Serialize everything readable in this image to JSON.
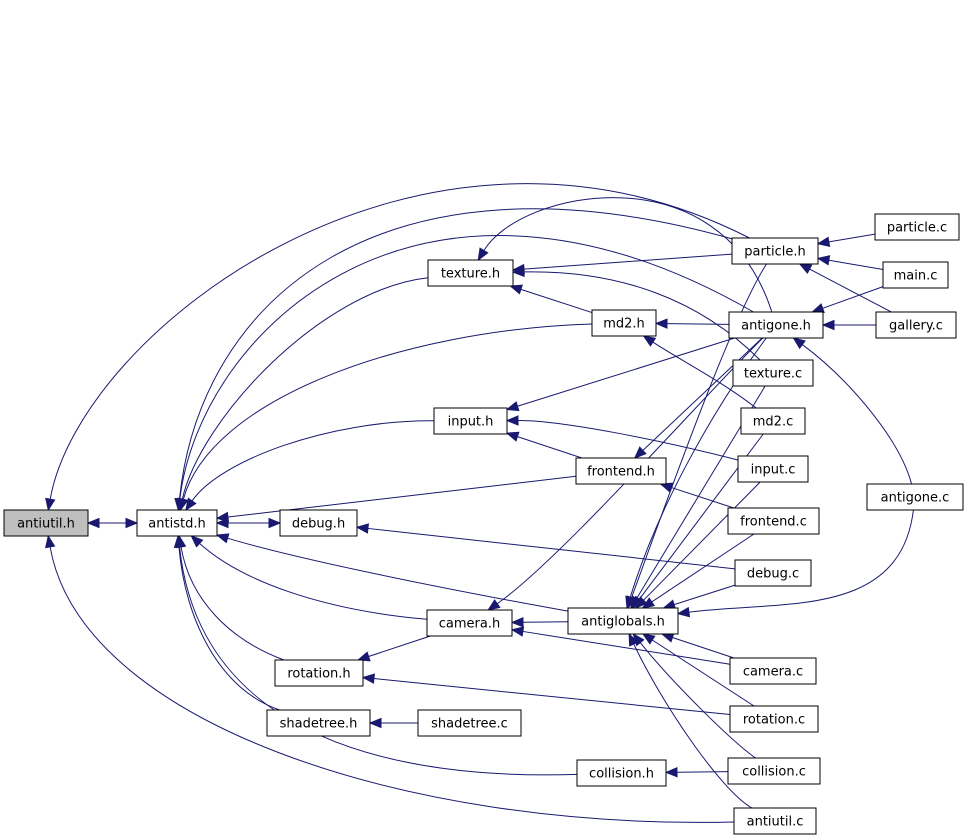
{
  "colors": {
    "edge": "#191970",
    "node_fill": "#ffffff",
    "node_highlight": "#bfbfbf",
    "node_border": "#000000"
  },
  "nodes": [
    {
      "id": "antiutil_h",
      "label": "antiutil.h",
      "highlight": true
    },
    {
      "id": "antistd_h",
      "label": "antistd.h"
    },
    {
      "id": "debug_h",
      "label": "debug.h"
    },
    {
      "id": "texture_h",
      "label": "texture.h"
    },
    {
      "id": "input_h",
      "label": "input.h"
    },
    {
      "id": "md2_h",
      "label": "md2.h"
    },
    {
      "id": "frontend_h",
      "label": "frontend.h"
    },
    {
      "id": "camera_h",
      "label": "camera.h"
    },
    {
      "id": "antiglobals_h",
      "label": "antiglobals.h"
    },
    {
      "id": "rotation_h",
      "label": "rotation.h"
    },
    {
      "id": "shadetree_h",
      "label": "shadetree.h"
    },
    {
      "id": "shadetree_c",
      "label": "shadetree.c"
    },
    {
      "id": "collision_h",
      "label": "collision.h"
    },
    {
      "id": "particle_h",
      "label": "particle.h"
    },
    {
      "id": "antigone_h",
      "label": "antigone.h"
    },
    {
      "id": "particle_c",
      "label": "particle.c"
    },
    {
      "id": "main_c",
      "label": "main.c"
    },
    {
      "id": "gallery_c",
      "label": "gallery.c"
    },
    {
      "id": "texture_c",
      "label": "texture.c"
    },
    {
      "id": "md2_c",
      "label": "md2.c"
    },
    {
      "id": "input_c",
      "label": "input.c"
    },
    {
      "id": "frontend_c",
      "label": "frontend.c"
    },
    {
      "id": "debug_c",
      "label": "debug.c"
    },
    {
      "id": "camera_c",
      "label": "camera.c"
    },
    {
      "id": "rotation_c",
      "label": "rotation.c"
    },
    {
      "id": "collision_c",
      "label": "collision.c"
    },
    {
      "id": "antiutil_c",
      "label": "antiutil.c"
    },
    {
      "id": "antigone_c",
      "label": "antigone.c"
    }
  ],
  "edges": [
    {
      "from": "antistd_h",
      "to": "antiutil_h"
    },
    {
      "from": "antiutil_h",
      "to": "antistd_h"
    },
    {
      "from": "debug_h",
      "to": "antistd_h"
    },
    {
      "from": "antistd_h",
      "to": "debug_h"
    },
    {
      "from": "texture_h",
      "to": "antistd_h"
    },
    {
      "from": "md2_h",
      "to": "antistd_h"
    },
    {
      "from": "input_h",
      "to": "antistd_h"
    },
    {
      "from": "frontend_h",
      "to": "antistd_h"
    },
    {
      "from": "camera_h",
      "to": "antistd_h"
    },
    {
      "from": "antiglobals_h",
      "to": "antistd_h"
    },
    {
      "from": "rotation_h",
      "to": "antistd_h"
    },
    {
      "from": "shadetree_h",
      "to": "antistd_h"
    },
    {
      "from": "collision_h",
      "to": "antistd_h"
    },
    {
      "from": "particle_h",
      "to": "antistd_h"
    },
    {
      "from": "antigone_h",
      "to": "antistd_h"
    },
    {
      "from": "particle_h",
      "to": "antiutil_h"
    },
    {
      "from": "antiutil_c",
      "to": "antiutil_h"
    },
    {
      "from": "md2_h",
      "to": "texture_h"
    },
    {
      "from": "particle_h",
      "to": "texture_h"
    },
    {
      "from": "antigone_h",
      "to": "texture_h"
    },
    {
      "from": "texture_c",
      "to": "texture_h"
    },
    {
      "from": "antigone_h",
      "to": "md2_h"
    },
    {
      "from": "md2_c",
      "to": "md2_h"
    },
    {
      "from": "antigone_h",
      "to": "input_h"
    },
    {
      "from": "frontend_h",
      "to": "input_h"
    },
    {
      "from": "input_c",
      "to": "input_h"
    },
    {
      "from": "antigone_h",
      "to": "frontend_h"
    },
    {
      "from": "frontend_c",
      "to": "frontend_h"
    },
    {
      "from": "debug_c",
      "to": "debug_h"
    },
    {
      "from": "antigone_h",
      "to": "camera_h"
    },
    {
      "from": "antiglobals_h",
      "to": "camera_h"
    },
    {
      "from": "camera_c",
      "to": "camera_h"
    },
    {
      "from": "camera_h",
      "to": "rotation_h"
    },
    {
      "from": "rotation_c",
      "to": "rotation_h"
    },
    {
      "from": "shadetree_c",
      "to": "shadetree_h"
    },
    {
      "from": "collision_c",
      "to": "collision_h"
    },
    {
      "from": "antigone_h",
      "to": "antiglobals_h"
    },
    {
      "from": "texture_c",
      "to": "antiglobals_h"
    },
    {
      "from": "md2_c",
      "to": "antiglobals_h"
    },
    {
      "from": "input_c",
      "to": "antiglobals_h"
    },
    {
      "from": "frontend_c",
      "to": "antiglobals_h"
    },
    {
      "from": "debug_c",
      "to": "antiglobals_h"
    },
    {
      "from": "camera_c",
      "to": "antiglobals_h"
    },
    {
      "from": "rotation_c",
      "to": "antiglobals_h"
    },
    {
      "from": "collision_c",
      "to": "antiglobals_h"
    },
    {
      "from": "antiutil_c",
      "to": "antiglobals_h"
    },
    {
      "from": "antigone_c",
      "to": "antiglobals_h"
    },
    {
      "from": "particle_h",
      "to": "antiglobals_h"
    },
    {
      "from": "particle_c",
      "to": "particle_h"
    },
    {
      "from": "main_c",
      "to": "particle_h"
    },
    {
      "from": "gallery_c",
      "to": "particle_h"
    },
    {
      "from": "main_c",
      "to": "antigone_h"
    },
    {
      "from": "gallery_c",
      "to": "antigone_h"
    },
    {
      "from": "antigone_c",
      "to": "antigone_h"
    }
  ]
}
